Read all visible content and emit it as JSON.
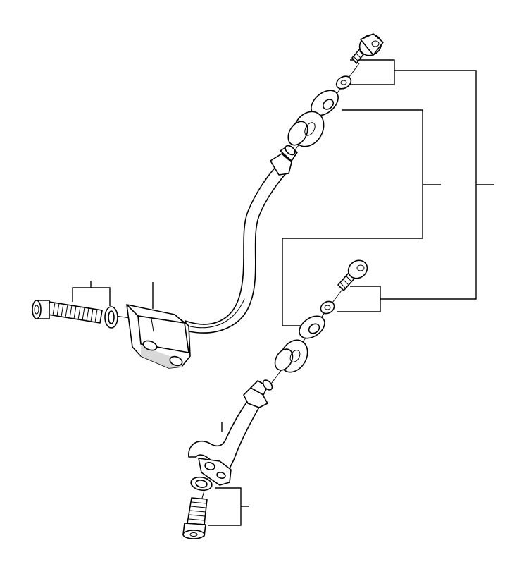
{
  "diagram": {
    "background": "#ffffff",
    "ink": "#000000",
    "parts": [
      "upper-oil-pipe",
      "lower-oil-pipe",
      "upper-banjo-bolt",
      "upper-washer",
      "upper-grommet",
      "lower-banjo-bolt",
      "lower-washer",
      "lower-grommet",
      "flange-bolt",
      "flange-seal-ring",
      "flange-bracket",
      "bottom-bolt",
      "bottom-seal-ring"
    ],
    "callout_labels": []
  }
}
